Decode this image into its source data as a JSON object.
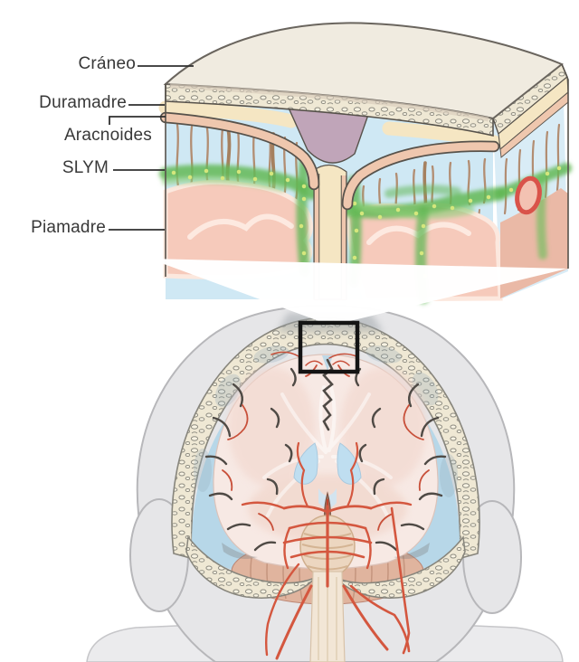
{
  "figure": {
    "type": "anatomical-diagram-meninges",
    "language": "es",
    "inset_labels": [
      {
        "id": "craneo",
        "text": "Cráneo"
      },
      {
        "id": "duramadre",
        "text": "Duramadre"
      },
      {
        "id": "aracnoides",
        "text": "Aracnoides"
      },
      {
        "id": "slym",
        "text": "SLYM"
      },
      {
        "id": "piamadre",
        "text": "Piamadre"
      }
    ],
    "colors": {
      "background": "#ffffff",
      "label_text": "#383838",
      "leader_line": "#2f2f2f",
      "skull_bone_cream": "#efe8d4",
      "skull_top_face": "#f0ebe0",
      "dura_cream": "#f5e6c3",
      "arachnoid_pink": "#efc7ae",
      "slym_green": "#63b855",
      "csf_blue": "#cfe8f4",
      "head_csf_blue": "#b7d7e8",
      "pia_brain_pink": "#f6cabb",
      "sagittal_sinus_purple": "#c0a5b9",
      "vessel_red": "#d4573f",
      "trabecula_brown": "#b28d72",
      "head_silhouette_gray": "#e6e6e8",
      "brain_pink": "#f7e9e4",
      "sulcus_dark": "#4f4a45",
      "zoom_box_black": "#141414"
    }
  }
}
